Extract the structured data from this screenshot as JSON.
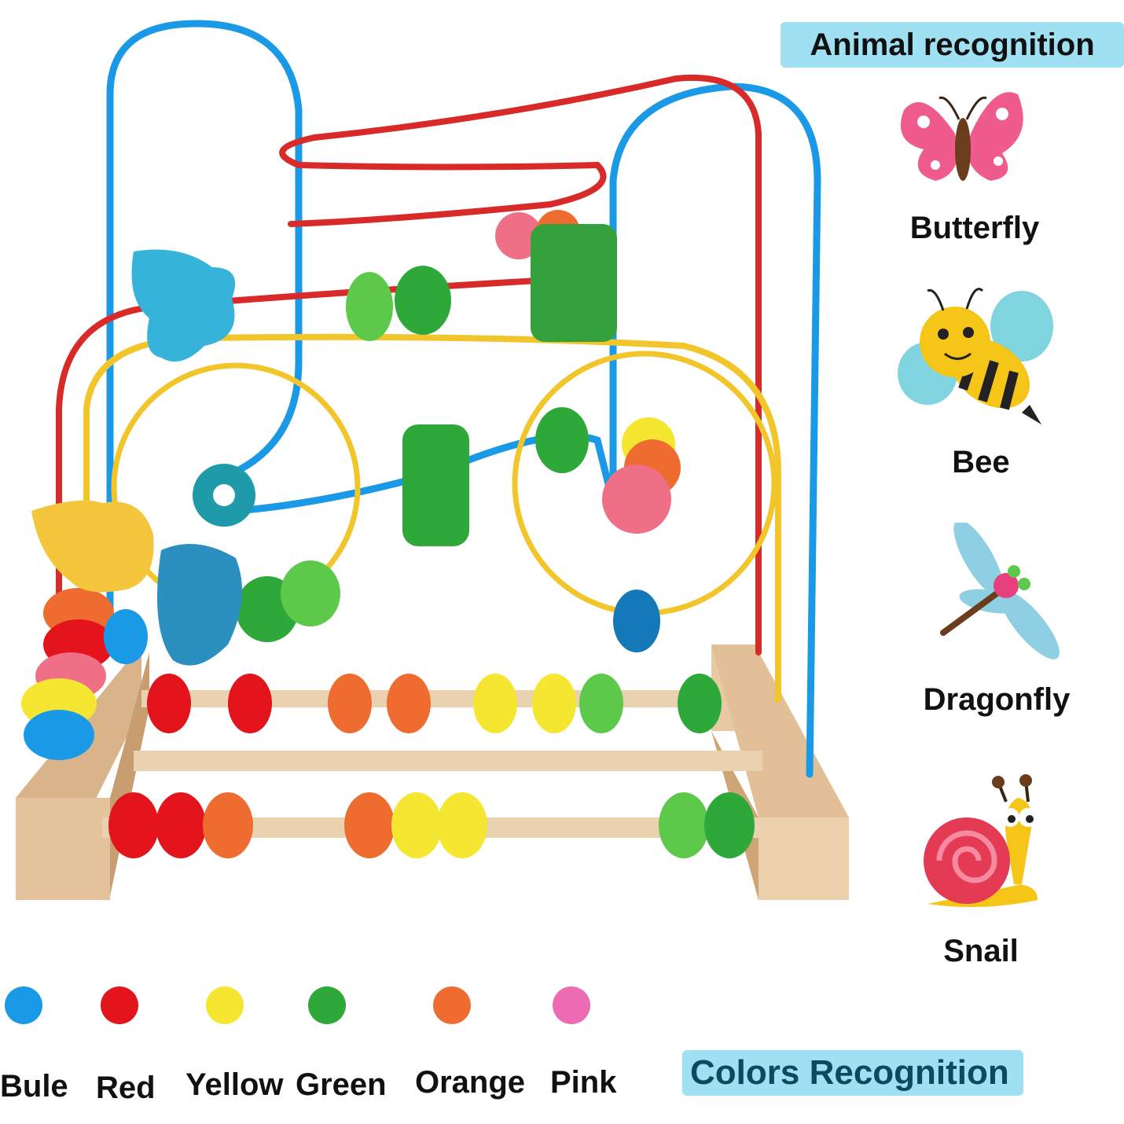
{
  "animal_panel": {
    "title": "Animal recognition",
    "animals": [
      {
        "label": "Butterfly",
        "icon": "butterfly-icon"
      },
      {
        "label": "Bee",
        "icon": "bee-icon"
      },
      {
        "label": "Dragonfly",
        "icon": "dragonfly-icon"
      },
      {
        "label": "Snail",
        "icon": "snail-icon"
      }
    ]
  },
  "color_panel": {
    "title": "Colors Recognition",
    "colors": [
      {
        "label": "Bule",
        "hex": "#1a9ae6"
      },
      {
        "label": "Red",
        "hex": "#e3141b"
      },
      {
        "label": "Yellow",
        "hex": "#f5e632"
      },
      {
        "label": "Green",
        "hex": "#2fa83a"
      },
      {
        "label": "Orange",
        "hex": "#ef6c30"
      },
      {
        "label": "Pink",
        "hex": "#ec6bb2"
      }
    ]
  },
  "product": {
    "icon": "bead-maze-toy-image"
  }
}
